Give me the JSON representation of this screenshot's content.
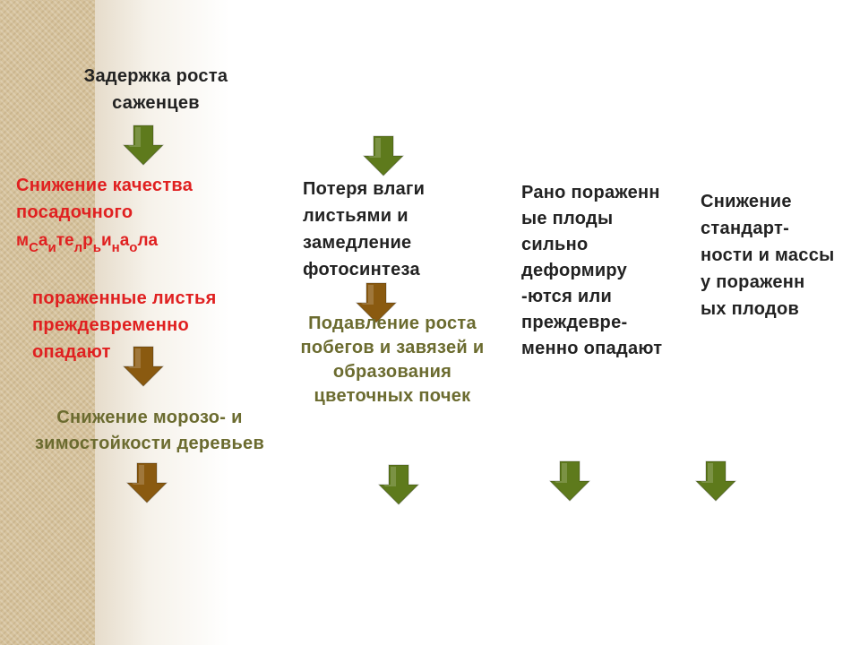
{
  "colors": {
    "arrow_green": "#5e7a1c",
    "arrow_brown": "#8a5a10",
    "text_red": "#e02020",
    "text_olive": "#6b6b2f",
    "text_dark": "#222222"
  },
  "col1": {
    "root": "Задержка роста саженцев",
    "quality_line1": "Снижение качества",
    "quality_line2": "посадочного",
    "material_segments": [
      "м",
      "С",
      "а",
      "и",
      "те",
      "л",
      "р",
      "ь",
      "и",
      "н",
      "а",
      "о",
      "ла"
    ],
    "leaves_fall": "пораженные листья преждевременно опадают",
    "frost": "Снижение морозо- и зимостойкости деревьев"
  },
  "col2": {
    "moisture": "Потеря влаги листьями и замедление фотосинтеза",
    "suppression": "Подавление роста побегов и завязей и образования цветочных почек"
  },
  "col3": {
    "fruits": "Рано пораженн ые плоды сильно деформиру -ются или преждевре- менно опадают"
  },
  "col4": {
    "standard": "Снижение стандарт- ности и массы у пораженн ых плодов"
  }
}
